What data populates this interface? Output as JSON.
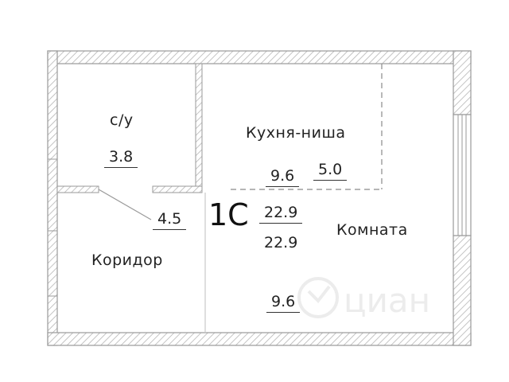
{
  "plan": {
    "unit_label": "1С",
    "rooms": {
      "bathroom": {
        "label": "с/у",
        "area": "3.8"
      },
      "kitchen": {
        "label": "Кухня-ниша",
        "area_a": "9.6",
        "area_b": "5.0"
      },
      "room": {
        "label": "Комната",
        "total_a": "22.9",
        "total_b": "22.9",
        "area": "9.6"
      },
      "corridor": {
        "label": "Коридор",
        "area": "4.5"
      }
    },
    "watermark": "циан",
    "colors": {
      "wall": "#9a9a9a",
      "hatch": "#b5b5b5",
      "text": "#222222",
      "dash": "#8a8a8a"
    }
  }
}
